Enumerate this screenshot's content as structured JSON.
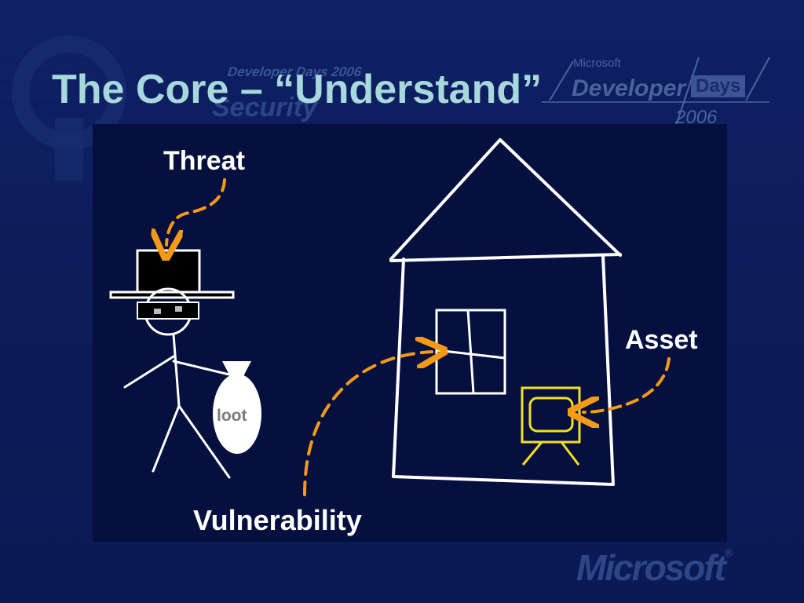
{
  "slide": {
    "title": "The Core – “Understand”",
    "background_color": "#0d1e5c",
    "panel_color": "#06103e",
    "title_color": "#a6d8dc"
  },
  "watermarks": {
    "developer_days_small": "Developer Days 2006",
    "security": "Security",
    "microsoft_small": "Microsoft",
    "developer": "Developer",
    "days": "Days",
    "year": "2006"
  },
  "diagram": {
    "threat_label": "Threat",
    "asset_label": "Asset",
    "vulnerability_label": "Vulnerability",
    "loot_label": "loot",
    "arrow_color": "#f59a16",
    "asset_color": "#f2e21c",
    "line_color": "#ffffff"
  },
  "footer": {
    "logo_text": "Microsoft",
    "logo_mark": "®"
  }
}
